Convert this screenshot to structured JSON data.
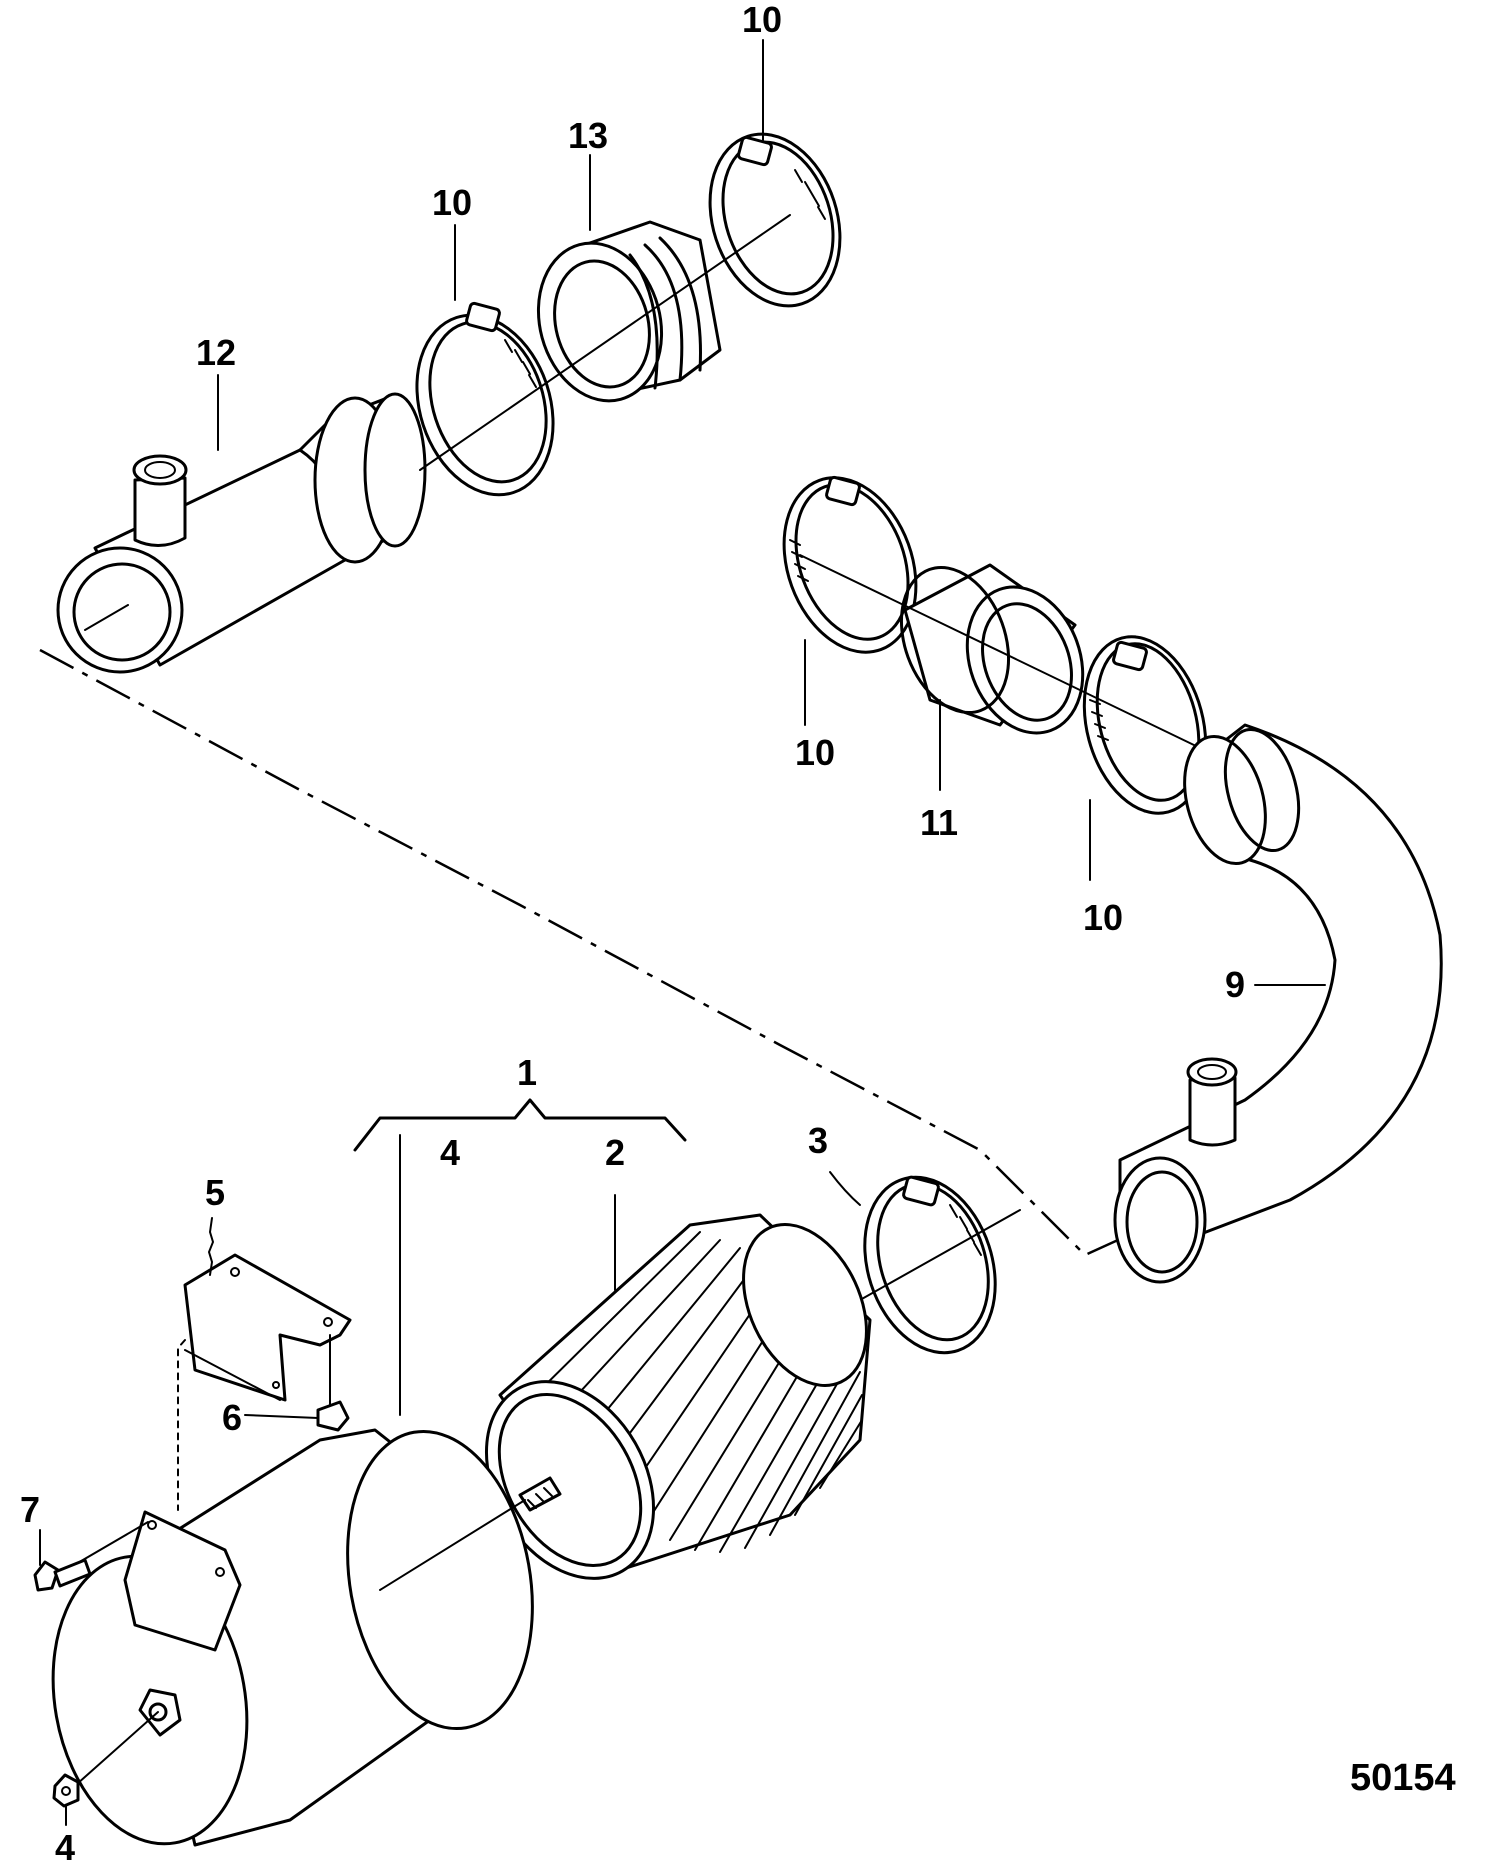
{
  "figure_number": "50154",
  "callouts": {
    "c10_top": "10",
    "c13": "13",
    "c10_mid": "10",
    "c12": "12",
    "c10_left": "10",
    "c11": "11",
    "c10_right": "10",
    "c9": "9",
    "c1": "1",
    "c4_top": "4",
    "c2": "2",
    "c3": "3",
    "c5": "5",
    "c6": "6",
    "c7": "7",
    "c4_bottom": "4"
  }
}
